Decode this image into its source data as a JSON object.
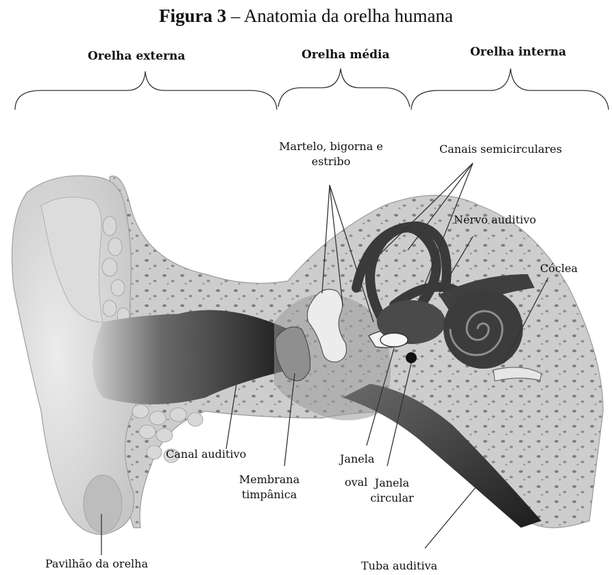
{
  "figure": {
    "title_prefix": "Figura 3",
    "title_dash": " – ",
    "title_text": "Anatomia da orelha humana"
  },
  "regions": {
    "outer": "Orelha externa",
    "middle": "Orelha média",
    "inner": "Orelha interna"
  },
  "labels": {
    "ossicles_line1": "Martelo, bigorna e",
    "ossicles_line2": "estribo",
    "semicircular": "Canais semicirculares",
    "nerve": "Nervo auditivo",
    "cochlea": "Cóclea",
    "canal": "Canal auditivo",
    "membrane_line1": "Membrana",
    "membrane_line2": "timpânica",
    "oval_line1": "Janela",
    "oval_line2": "oval",
    "round_line1": "Janela",
    "round_line2": "circular",
    "pinna": "Pavilhão da orelha",
    "tube": "Tuba auditiva"
  },
  "colors": {
    "skin": "#d4d4d4",
    "bone": "#c2c2c2",
    "canal_dark": "#2a2a2a",
    "structure_dark": "#3c3c3c"
  }
}
